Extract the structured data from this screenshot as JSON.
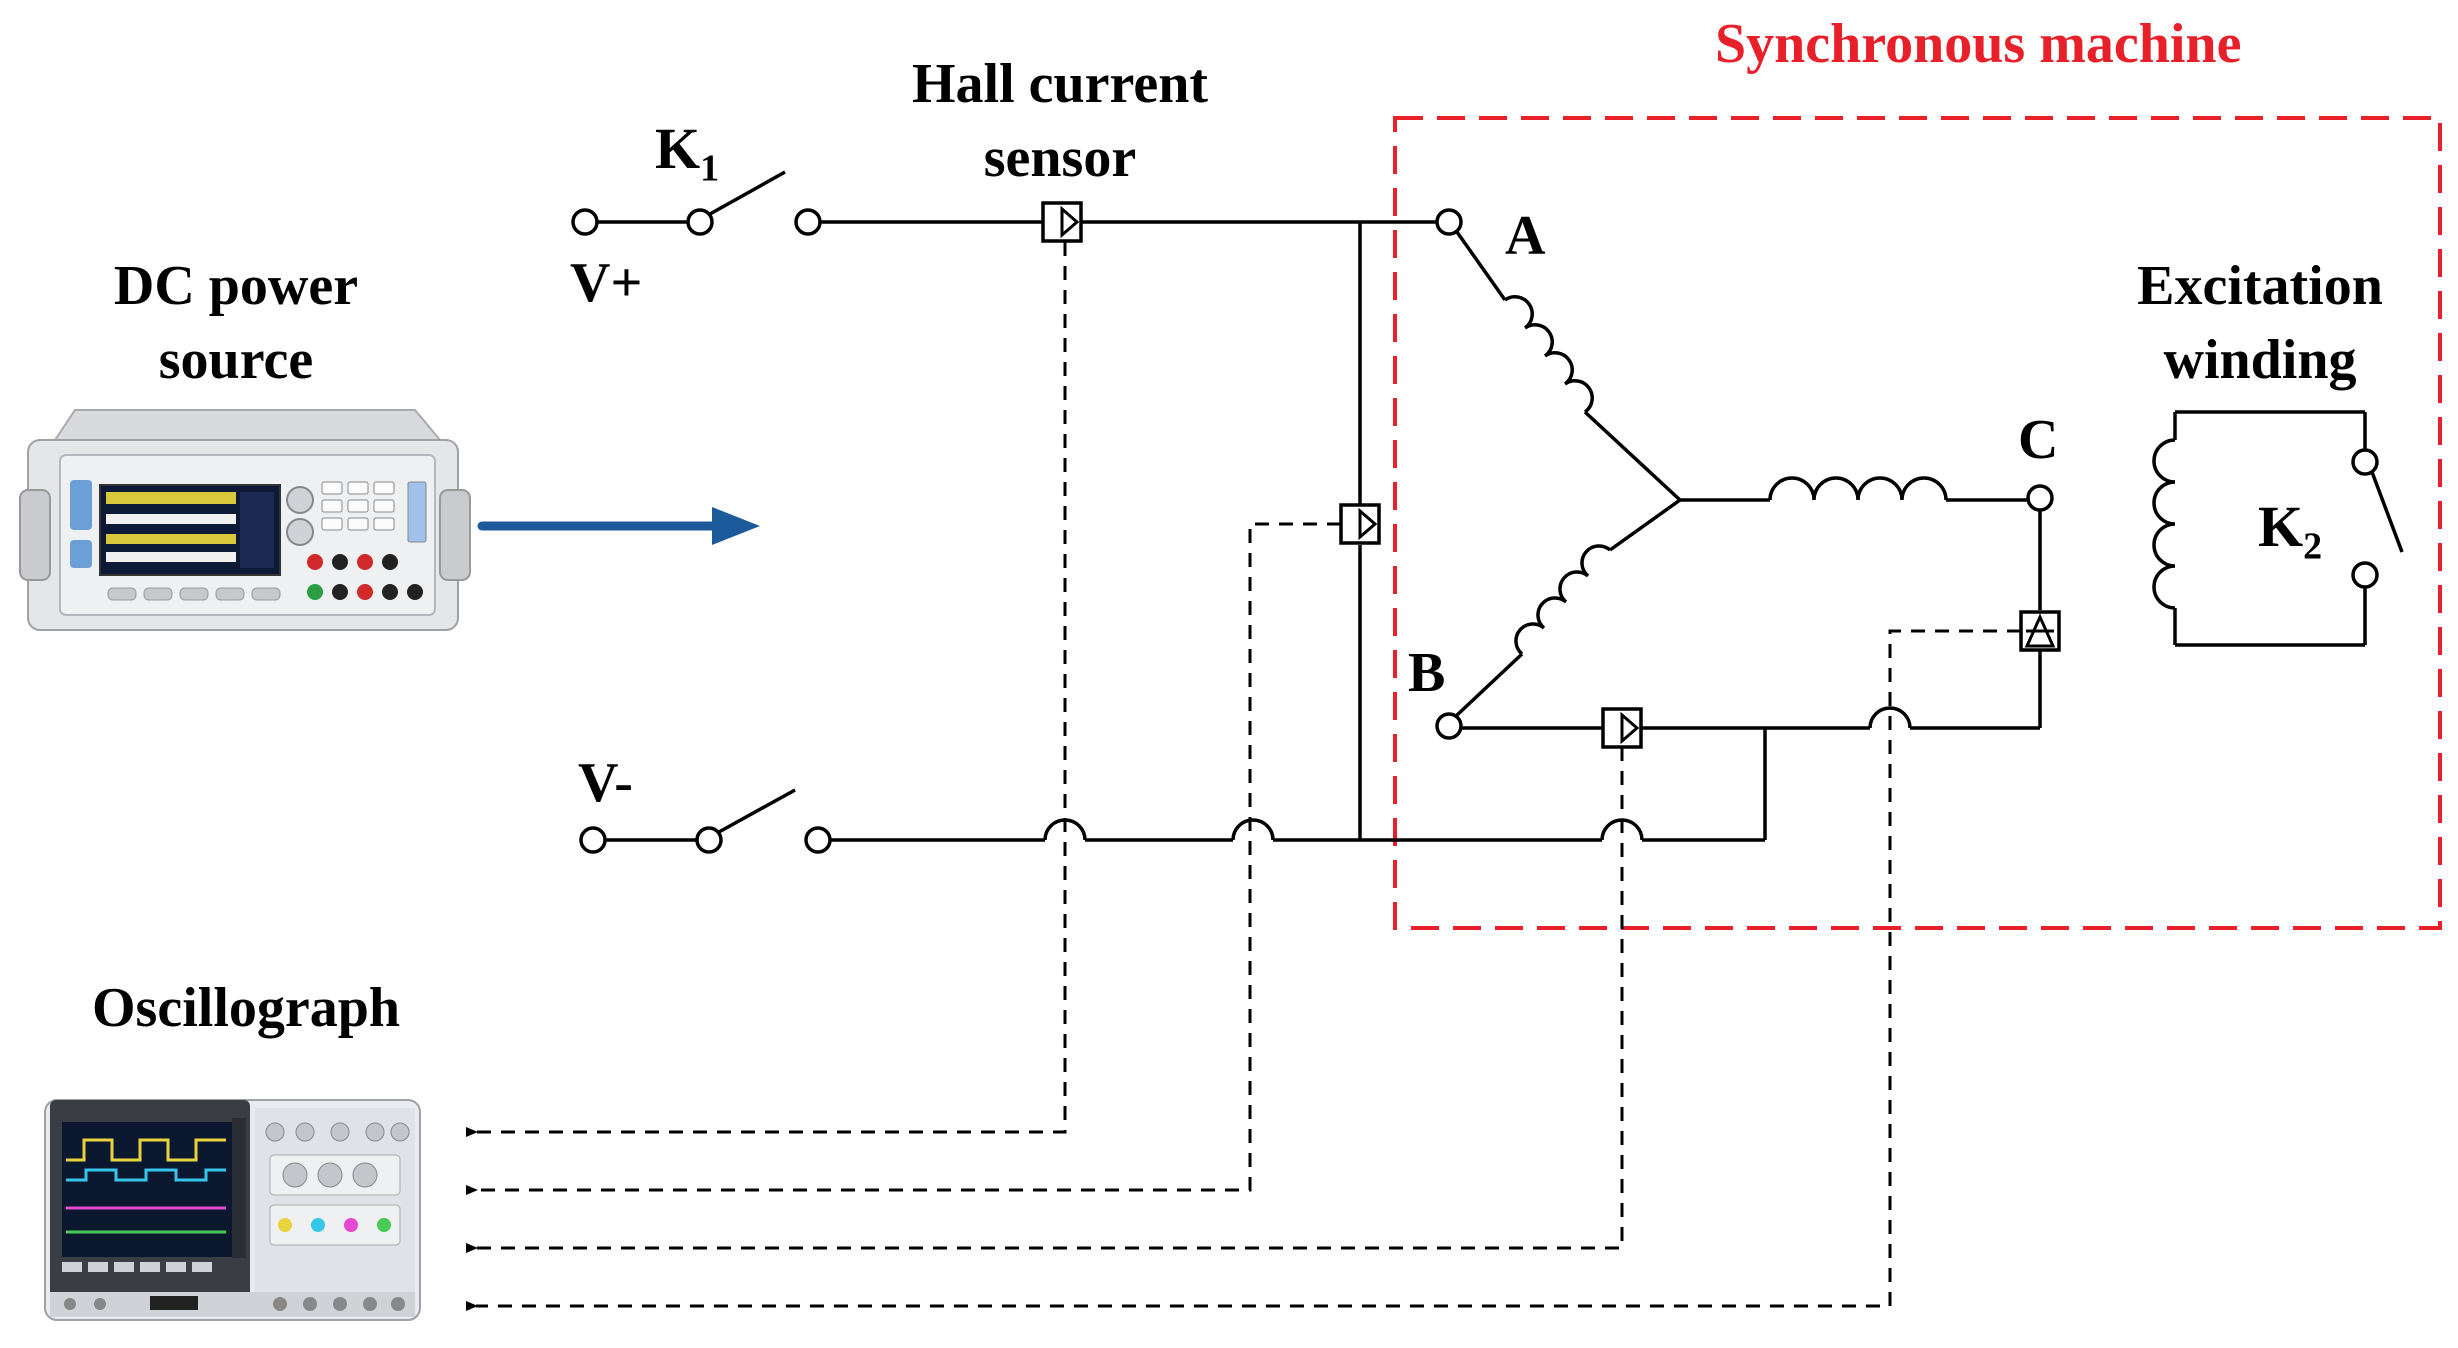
{
  "labels": {
    "synchronous_machine": "Synchronous machine",
    "hall_sensor_line1": "Hall current",
    "hall_sensor_line2": "sensor",
    "k1": "K",
    "k1_sub": "1",
    "v_plus": "V+",
    "v_minus": "V-",
    "dc_line1": "DC power",
    "dc_line2": "source",
    "oscillograph": "Oscillograph",
    "terminal_a": "A",
    "terminal_b": "B",
    "terminal_c": "C",
    "excitation_line1": "Excitation",
    "excitation_line2": "winding",
    "k2": "K",
    "k2_sub": "2"
  },
  "colors": {
    "machine_box": "#e8202a",
    "arrow": "#1d5a9c",
    "wire": "#000000"
  }
}
